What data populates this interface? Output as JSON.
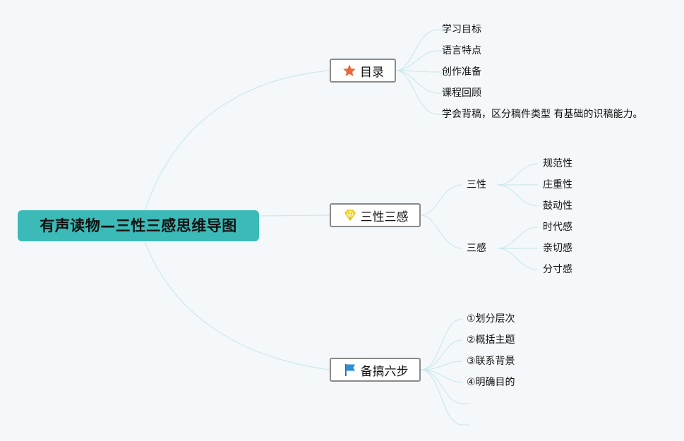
{
  "mindmap": {
    "root": "有声读物—三性三感思维导图",
    "branches": [
      {
        "label": "目录",
        "icon": "star-icon",
        "icon_color": "#e8683a",
        "children": [
          "学习目标",
          "语言特点",
          "创作准备",
          "课程回顾",
          "学会背稿，区分稿件类型 有基础的识稿能力。"
        ]
      },
      {
        "label": "三性三感",
        "icon": "diamond-icon",
        "icon_color": "#f2dc3c",
        "groups": [
          {
            "label": "三性",
            "children": [
              "规范性",
              "庄重性",
              "鼓动性"
            ]
          },
          {
            "label": "三感",
            "children": [
              "时代感",
              "亲切感",
              "分寸感"
            ]
          }
        ]
      },
      {
        "label": "备搞六步",
        "icon": "flag-icon",
        "icon_color": "#2b8fd6",
        "children": [
          "①划分层次",
          "②概括主题",
          "③联系背景",
          "④明确目的",
          "",
          ""
        ]
      }
    ]
  },
  "colors": {
    "background": "#f4f8fa",
    "root_fill": "#3bbab7",
    "connector": "#cde8ee",
    "branch_border": "#8a8a8a"
  }
}
